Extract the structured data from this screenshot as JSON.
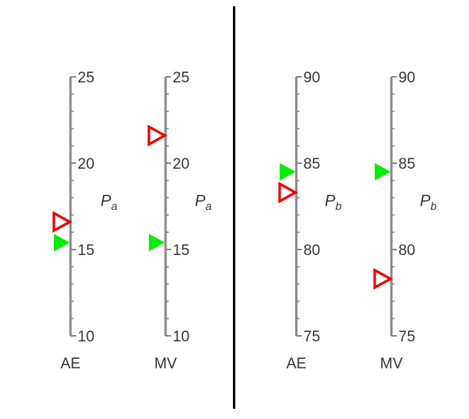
{
  "colors": {
    "axis": "#888888",
    "text": "#333333",
    "divider": "#000000",
    "filled_marker": "#00ee00",
    "hollow_marker": "#ee0000"
  },
  "chart_data": [
    {
      "type": "scatter",
      "panel": "left",
      "parameter": {
        "symbol": "P",
        "subscript": "a"
      },
      "ylim": [
        10,
        25
      ],
      "major_ticks": [
        10,
        15,
        20,
        25
      ],
      "axes": [
        {
          "label": "AE",
          "filled_triangle": 15.4,
          "hollow_triangle": 16.6
        },
        {
          "label": "MV",
          "filled_triangle": 15.4,
          "hollow_triangle": 21.6
        }
      ]
    },
    {
      "type": "scatter",
      "panel": "right",
      "parameter": {
        "symbol": "P",
        "subscript": "b"
      },
      "ylim": [
        75,
        90
      ],
      "major_ticks": [
        75,
        80,
        85,
        90
      ],
      "axes": [
        {
          "label": "AE",
          "filled_triangle": 84.5,
          "hollow_triangle": 83.3
        },
        {
          "label": "MV",
          "filled_triangle": 84.5,
          "hollow_triangle": 78.3
        }
      ]
    }
  ]
}
